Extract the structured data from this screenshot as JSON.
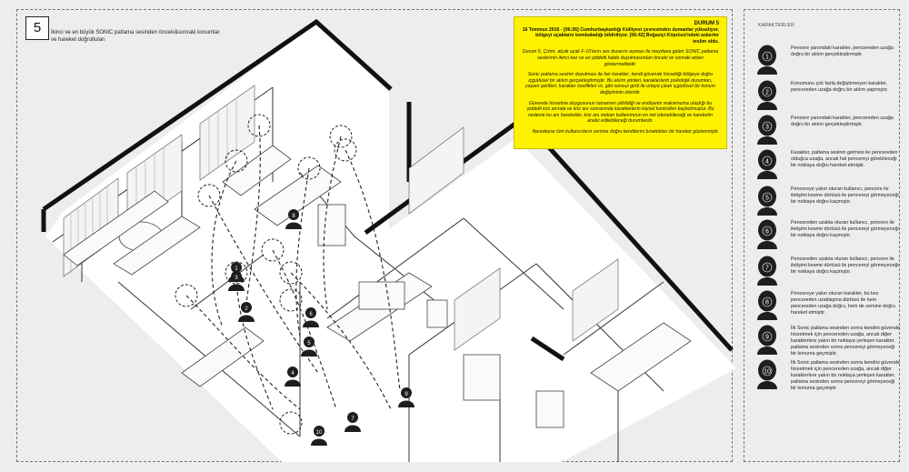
{
  "scenario": {
    "number": "5",
    "caption": "İkinci ve en büyük SONIC patlama sesinden önceki&sonraki konumlar ve hareket doğrultuları"
  },
  "info_box": {
    "title": "DURUM 5",
    "headline": "16 Temmuz 2016 - [06:26] Cumhurbaşkanlığı Külliyesi çevresinden dumanlar yükseliyor, bölgeyi uçakların bombaladığı bildiriliyor. [06:42] Boğaziçi Köprüsü'ndeki askerler teslim oldu.",
    "p1": "Durum 5, Çizim, alçak uçak F-16'ların ses duvarını aşması ile meydana gelen SONIC patlama seslerinin ikinci kez ve en şiddetli halde duyulmasından önceki ve sonraki anları göstermektedir.",
    "p2": "Sonic patlama sesinin duyulması ile her karakter, kendi güvende hissettiği bölgeye doğru içgüdüsel bir atılım gerçekleştirmiştir. Bu atılım yönleri, karakterlerin psikolojik durumları, yaşam şekilleri, karakter özellikleri vs. gibi sonsuz girdi ile ortaya çıkan içgüdüsel bir konum değişiminin izleridir.",
    "p3": "Güvende hissetme duygusunun tamamen yitirildiği ve endişenin maksimuma ulaştığı bu şiddetli kriz anında ve kriz anı sonrasında karakterlerin kişisel kontrolleri kaybolmuştur. Bu nedenle bu anı hareketler, kriz anı mekan kullanımının en net izlenebileceği ve hareketin analiz edilebileceği durumlardır.",
    "p4": "Neredeyse tüm kullanıcıların zemine doğru kendilerini bıraktıkları bir hareket gözlenmiştir."
  },
  "panel_title": "KARAKTERLER",
  "characters": [
    {
      "num": "1",
      "desc": "Pencere yanındaki karakter, pencereden uzağa doğru bir atılım gerçekleştirmiştir."
    },
    {
      "num": "2",
      "desc": "Konumunu çok fazla değiştirmeyen karakter, pencereden uzağa doğru bir atılım yapmıştır."
    },
    {
      "num": "3",
      "desc": "Pencere yanındaki karakter, pencereden uzağa doğru bir atılım gerçekleştirmiştir."
    },
    {
      "num": "4",
      "desc": "Karakter, patlama sesinin gelmesi ile pencereden olduğca uzağa, ancak hal pencereyi görebileceği bir noktaya doğru hareket etmiştir."
    },
    {
      "num": "5",
      "desc": "Pencereye yakın oturan kullanıcı, pencere ile iletişimi kesme dürtüsü ile pencereyi görmeyeceği bir noktaya doğru kaçmıştır."
    },
    {
      "num": "6",
      "desc": "Pencereden uzakta oturan kullanıcı, pencere ile iletişimi kesme dürtüsü ile pencereyi görmeyeceği bir noktaya doğru kaçmıştır."
    },
    {
      "num": "7",
      "desc": "Pencereden uzakta oturan kullanıcı, pencere ile iletişimi kesme dürtüsü ile pencereyi görmeyeceği bir noktaya doğru kaçmıştır."
    },
    {
      "num": "8",
      "desc": "Pencereye yakın oturan karakter, bu kez pencereden uzaklaşma dürtüsü ile hem pencereden uzağa doğru, hem de zemine doğru hareket etmiştir."
    },
    {
      "num": "9",
      "desc": "İlk Sonic patlama sesinden sonra kendini güvende hissetmek için pencereden uzağa, ancak diğer karakterlere yakın bir noktaya yerleşen karakter, patlama sesinden sonra pencereyi görmeyeceği bir konuma geçmiştir."
    },
    {
      "num": "10",
      "desc": "İlk Sonic patlama sesinden sonra kendini güvende hissetmek için pencereden uzağa, ancak diğer karakterlere yakın bir noktaya yerleşen karakter, patlama sesinden sonra pencereyi görmeyeceği bir konuma geçmiştir."
    }
  ],
  "plan_markers": [
    {
      "num": "1"
    },
    {
      "num": "2"
    },
    {
      "num": "3"
    },
    {
      "num": "4"
    },
    {
      "num": "5"
    },
    {
      "num": "6"
    },
    {
      "num": "7"
    },
    {
      "num": "8"
    },
    {
      "num": "9"
    },
    {
      "num": "10"
    }
  ],
  "colors": {
    "highlight": "#fff200",
    "figure": "#1e1e1e",
    "wall": "#111111",
    "background": "#ededed"
  }
}
